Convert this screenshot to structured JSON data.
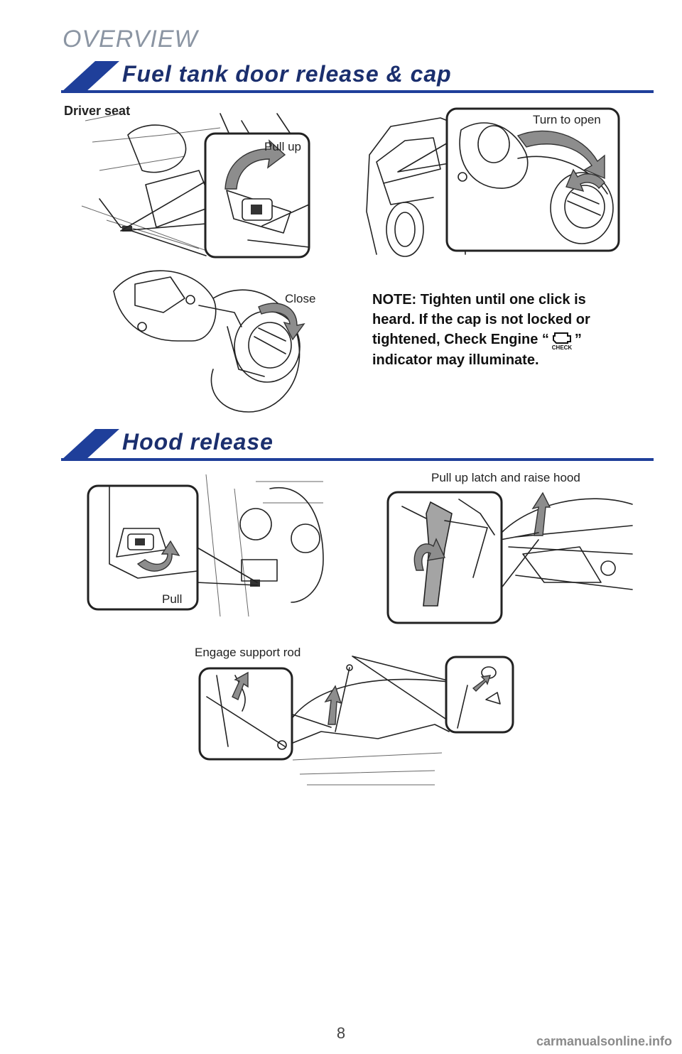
{
  "header": {
    "section_label": "OVERVIEW"
  },
  "fuel": {
    "title": "Fuel tank door release & cap",
    "driver_seat": "Driver seat",
    "pull_up": "Pull up",
    "turn_to_open": "Turn to open",
    "close": "Close",
    "note_lines": [
      "NOTE: Tighten until one click is",
      "heard. If the cap is not locked or",
      "tightened, Check Engine “",
      "”",
      "indicator may illuminate."
    ],
    "check_icon_text": "CHECK"
  },
  "hood": {
    "title": "Hood release",
    "pull": "Pull",
    "pull_up_latch": "Pull up latch and raise hood",
    "engage_support_rod": "Engage support rod"
  },
  "footer": {
    "page_number": "8",
    "watermark": "carmanualsonline.info"
  },
  "colors": {
    "section_blue": "#1f3f9a",
    "title_navy": "#1b2f6e",
    "overview_gray": "#8b95a3",
    "arrow_gray": "#8d8d8d"
  },
  "icons": [
    "engine-check-icon",
    "fuel-door-lever-icon",
    "hood-release-lever-icon"
  ]
}
